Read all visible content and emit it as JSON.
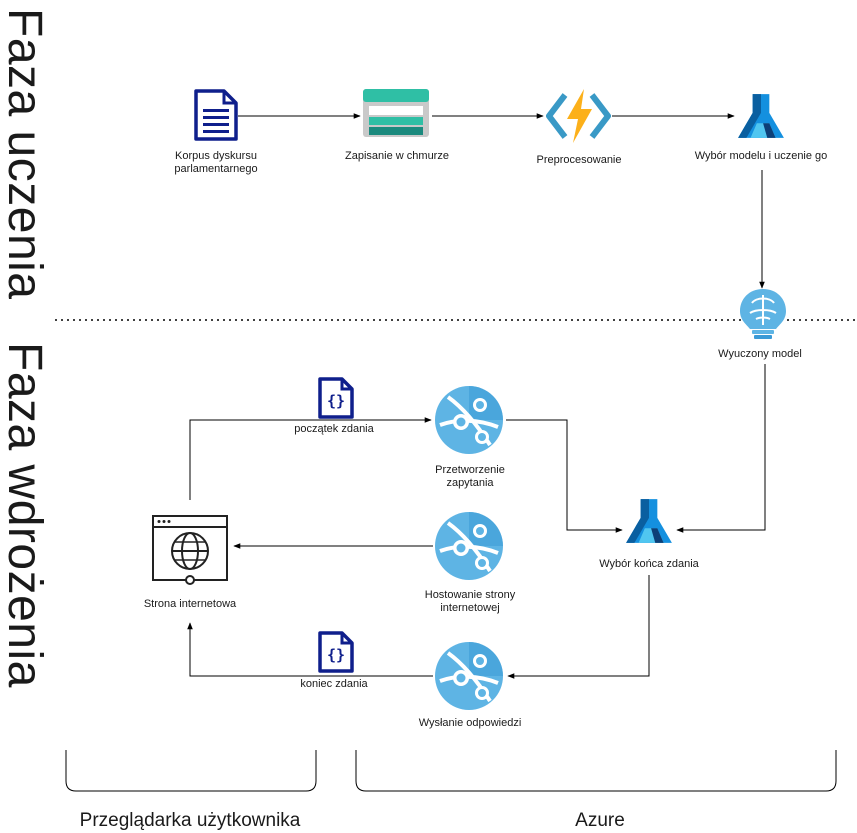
{
  "phases": {
    "training": "Faza uczenia",
    "deployment": "Faza wdrożenia"
  },
  "nodes": {
    "corpus": {
      "label_line1": "Korpus dyskursu",
      "label_line2": "parlamentarnego",
      "icon": "document-icon"
    },
    "storage": {
      "label": "Zapisanie w chmurze",
      "icon": "storage-table-icon"
    },
    "preprocess": {
      "label": "Preprocesowanie",
      "icon": "azure-function-icon"
    },
    "train": {
      "label": "Wybór modelu i uczenie go",
      "icon": "azure-ml-icon"
    },
    "model": {
      "label": "Wyuczony model",
      "icon": "brain-bulb-icon"
    },
    "request": {
      "label_line1": "Przetworzenie",
      "label_line2": "zapytania",
      "icon": "app-service-icon"
    },
    "hosting": {
      "label_line1": "Hostowanie strony",
      "label_line2": "internetowej",
      "icon": "app-service-icon"
    },
    "response": {
      "label": "Wysłanie odpowiedzi",
      "icon": "app-service-icon"
    },
    "sentence_end": {
      "label": "Wybór końca zdania",
      "icon": "azure-ml-icon"
    },
    "website": {
      "label": "Strona internetowa",
      "icon": "browser-globe-icon"
    }
  },
  "edges": {
    "start": "początek zdania",
    "end": "koniec zdania"
  },
  "groups": {
    "browser": "Przeglądarka użytkownika",
    "azure": "Azure"
  },
  "colors": {
    "azure_blue": "#1490df",
    "azure_light": "#5eb4e4",
    "doc_navy": "#0f1f8c",
    "storage_teal": "#2fbfa5",
    "function_yellow": "#fcb01a"
  }
}
